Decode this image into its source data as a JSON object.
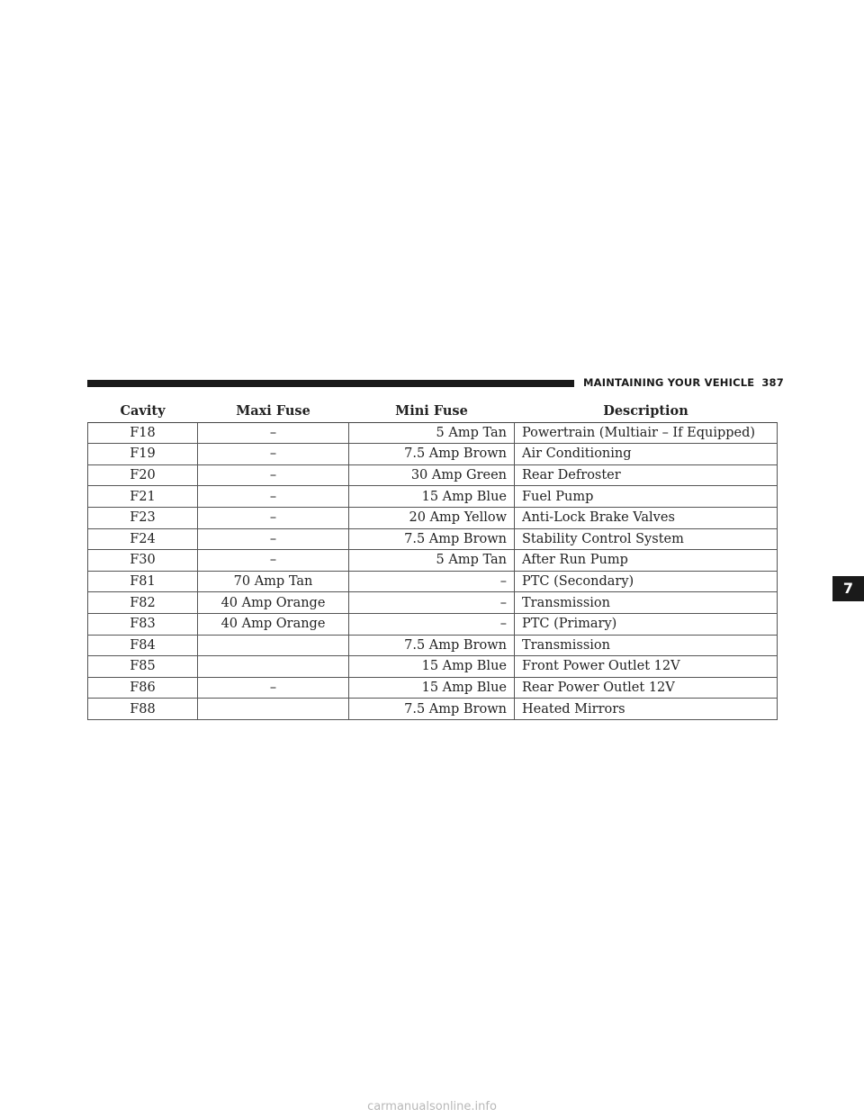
{
  "header": {
    "title": "MAINTAINING YOUR VEHICLE",
    "page": "387"
  },
  "table": {
    "columns": [
      "Cavity",
      "Maxi Fuse",
      "Mini Fuse",
      "Description"
    ],
    "rows": [
      [
        "F18",
        "–",
        "5 Amp Tan",
        "Powertrain (Multiair – If Equipped)"
      ],
      [
        "F19",
        "–",
        "7.5 Amp Brown",
        "Air Conditioning"
      ],
      [
        "F20",
        "–",
        "30 Amp Green",
        "Rear Defroster"
      ],
      [
        "F21",
        "–",
        "15 Amp Blue",
        "Fuel Pump"
      ],
      [
        "F23",
        "–",
        "20 Amp Yellow",
        "Anti-Lock Brake Valves"
      ],
      [
        "F24",
        "–",
        "7.5 Amp Brown",
        "Stability Control System"
      ],
      [
        "F30",
        "–",
        "5 Amp Tan",
        "After Run Pump"
      ],
      [
        "F81",
        "70 Amp Tan",
        "–",
        "PTC (Secondary)"
      ],
      [
        "F82",
        "40 Amp Orange",
        "–",
        "Transmission"
      ],
      [
        "F83",
        "40 Amp Orange",
        "–",
        "PTC (Primary)"
      ],
      [
        "F84",
        "",
        "7.5 Amp Brown",
        "Transmission"
      ],
      [
        "F85",
        "",
        "15 Amp Blue",
        "Front Power Outlet 12V"
      ],
      [
        "F86",
        "–",
        "15 Amp Blue",
        "Rear Power Outlet 12V"
      ],
      [
        "F88",
        "",
        "7.5 Amp Brown",
        "Heated Mirrors"
      ]
    ]
  },
  "chapter_tab": "7",
  "watermark": "carmanualsonline.info"
}
